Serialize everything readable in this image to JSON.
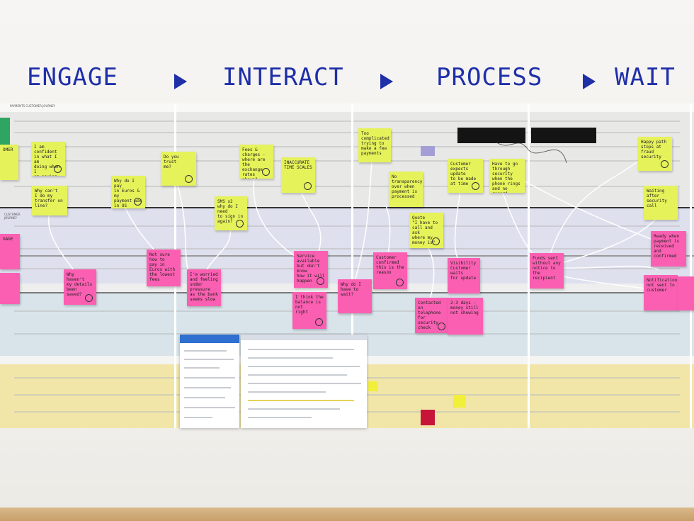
{
  "stages": [
    "ENGAGE",
    "INTERACT",
    "PROCESS",
    "WAIT"
  ],
  "colors": {
    "marker": "#1f2fa8",
    "sticky_yellow": "#e6f25a",
    "sticky_pink": "#fb5fb2",
    "band_grey": "#e8e8e6",
    "band_lavender": "#dfe0ee",
    "band_blue": "#d8e4ea",
    "band_yellow": "#f1e6a8"
  },
  "board": {
    "header_text": "PAYMENTS CUSTOMER JOURNEY",
    "row_label_journey": "CUSTOMER JOURNEY"
  },
  "stickies": [
    {
      "id": "y1",
      "color": "yellow",
      "text": "OMER"
    },
    {
      "id": "y2",
      "color": "yellow",
      "text": "I am confident\nin what I am\ndoing when I\nam paying"
    },
    {
      "id": "y3",
      "color": "yellow",
      "text": "Why can't\nI do my\ntransfer on\nline?"
    },
    {
      "id": "y4",
      "color": "yellow",
      "text": "Why do I pay\nin Euros & my\npayment was\nin US dollars?"
    },
    {
      "id": "y5",
      "color": "yellow",
      "text": "Do you trust\nme?"
    },
    {
      "id": "y6",
      "color": "yellow",
      "text": "Fees & charges -\nwhere are the\nexchange rates\nshown?"
    },
    {
      "id": "y7",
      "color": "yellow",
      "text": "INACCURATE\nTIME SCALES"
    },
    {
      "id": "y8",
      "color": "yellow",
      "text": "SMS x2\nwhy do I need\nto sign in\nagain?"
    },
    {
      "id": "y9",
      "color": "yellow",
      "text": "Too complicated\ntrying to make a few\npayments"
    },
    {
      "id": "y10",
      "color": "yellow",
      "text": "No transparency\nover when\npayment is\nprocessed"
    },
    {
      "id": "y11",
      "color": "yellow",
      "text": "Quote\n\"I have to\ncall and ask\nwhere my\nmoney is\""
    },
    {
      "id": "y12",
      "color": "yellow",
      "text": "Customer\nexpects update\nto be made\nat time"
    },
    {
      "id": "y13",
      "color": "yellow",
      "text": "Have to go through\nsecurity when the\nphone rings\nand no record"
    },
    {
      "id": "y14",
      "color": "yellow",
      "text": "Happy path\nstops at\nfraud security"
    },
    {
      "id": "y15",
      "color": "yellow",
      "text": "Waiting after\nsecurity\ncall"
    },
    {
      "id": "p1",
      "color": "pink",
      "text": "GAGE"
    },
    {
      "id": "p2",
      "color": "pink",
      "text": ""
    },
    {
      "id": "p3",
      "color": "pink",
      "text": "Why haven't\nmy details been\nsaved?"
    },
    {
      "id": "p4",
      "color": "pink",
      "text": "Not sure how to\npay in Euros with\nthe lowest fees"
    },
    {
      "id": "p5",
      "color": "pink",
      "text": "I'm worried\nand feeling\nunder pressure\nas the bank\nseems slow"
    },
    {
      "id": "p6",
      "color": "pink",
      "text": "Service available\nbut don't know\nhow it will\nhappen"
    },
    {
      "id": "p7",
      "color": "pink",
      "text": "Why do I\nhave to wait?"
    },
    {
      "id": "p8",
      "color": "pink",
      "text": "Customer\nconfirmed\nthis is the\nreason"
    },
    {
      "id": "p9",
      "color": "pink",
      "text": "I think the\nbalance is not\nright"
    },
    {
      "id": "p10",
      "color": "pink",
      "text": "Visibility\nCustomer\nwaits\nfor update"
    },
    {
      "id": "p11",
      "color": "pink",
      "text": "Contacted on\ntelephone\nfor security\ncheck"
    },
    {
      "id": "p12",
      "color": "pink",
      "text": "2-3 days -\nmoney still\nnot showing"
    },
    {
      "id": "p13",
      "color": "pink",
      "text": "Funds sent\nwithout any\nnotice to the\nrecipient"
    },
    {
      "id": "p14",
      "color": "pink",
      "text": "Notification\nnot sent to\ncustomer"
    },
    {
      "id": "p15",
      "color": "pink",
      "text": "Ready when\npayment is\nreceived and\nconfirmed"
    },
    {
      "id": "p16",
      "color": "pink",
      "text": ""
    }
  ]
}
